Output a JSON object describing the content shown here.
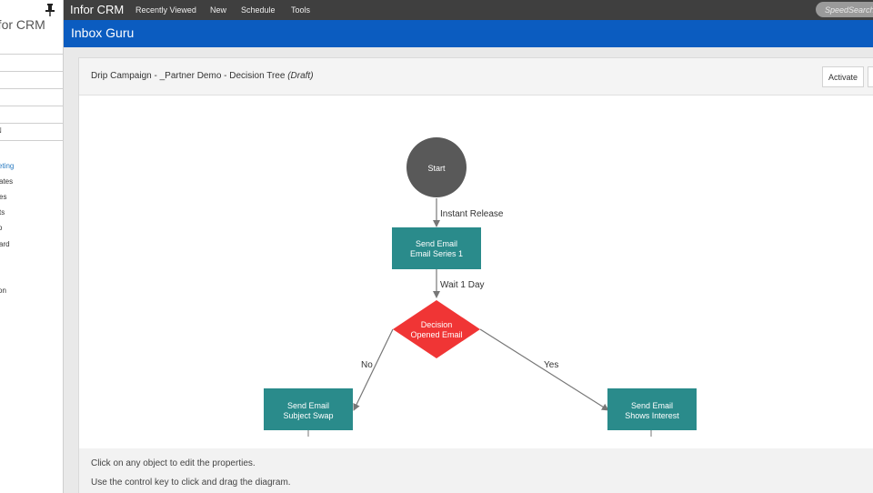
{
  "sidebar": {
    "brand": "Infor CRM",
    "field_value": "N",
    "items": [
      {
        "label": "eting",
        "active": true
      },
      {
        "label": "ates",
        "active": false
      },
      {
        "label": "es",
        "active": false
      },
      {
        "label": "ts",
        "active": false
      },
      {
        "label": "o",
        "active": false
      },
      {
        "label": "ard",
        "active": false
      },
      {
        "label": "on",
        "active": false
      }
    ]
  },
  "topbar": {
    "app_title": "Infor CRM",
    "menu": [
      "Recently Viewed",
      "New",
      "Schedule",
      "Tools"
    ],
    "search_placeholder": "SpeedSearch"
  },
  "header": {
    "title": "Inbox Guru"
  },
  "campaign": {
    "title": "Drip Campaign - _Partner Demo - Decision Tree",
    "status": "(Draft)",
    "activate_label": "Activate"
  },
  "diagram": {
    "start": "Start",
    "edge1": "Instant Release",
    "node1": [
      "Send Email",
      "Email Series 1"
    ],
    "edge2": "Wait 1 Day",
    "decision": [
      "Decision",
      "Opened Email"
    ],
    "edge_no": "No",
    "edge_yes": "Yes",
    "node_no": [
      "Send Email",
      "Subject Swap"
    ],
    "node_yes": [
      "Send Email",
      "Shows Interest"
    ],
    "colors": {
      "start": "#595959",
      "action": "#2a8b8b",
      "decision": "#f03535",
      "edge": "#777777"
    }
  },
  "footer": {
    "hint1": "Click on any object to edit the properties.",
    "hint2": "Use the control key to click and drag the diagram."
  }
}
